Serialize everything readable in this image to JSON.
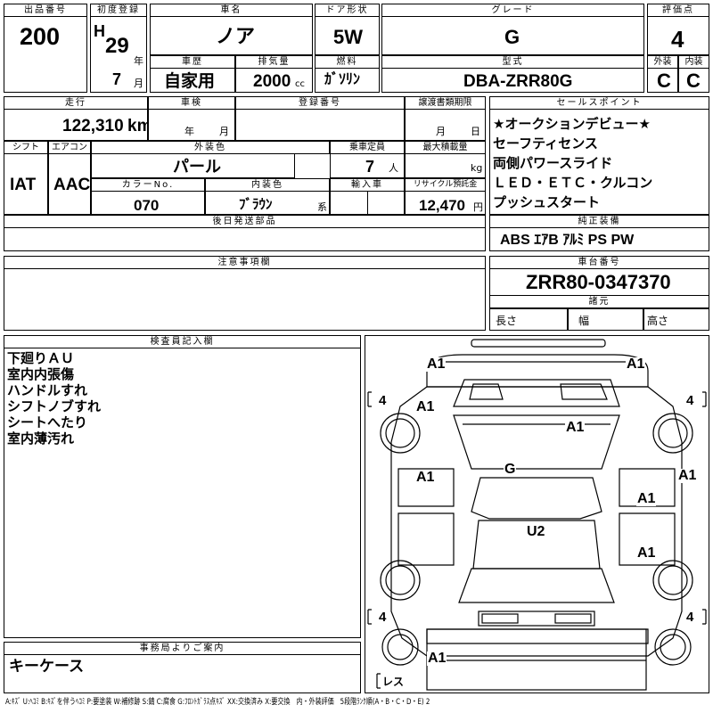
{
  "header": {
    "lot_label": "出品番号",
    "lot_value": "200",
    "reg_label": "初度登録",
    "era": "H",
    "year": "29",
    "year_unit": "年",
    "month": "7",
    "month_unit": "月",
    "name_label": "車名",
    "name_value": "ノア",
    "door_label": "ドア形状",
    "door_value": "5W",
    "grade_label": "グレード",
    "grade_value": "G",
    "score_label": "評価点",
    "score_value": "4",
    "history_label": "車歴",
    "history_value": "自家用",
    "disp_label": "排気量",
    "disp_value": "2000",
    "disp_unit": "cc",
    "fuel_label": "燃料",
    "fuel_value": "ｶﾞｿﾘﾝ",
    "model_label": "型式",
    "model_value": "DBA-ZRR80G",
    "ext_label": "外装",
    "ext_value": "C",
    "int_label": "内装",
    "int_value": "C"
  },
  "row2": {
    "mileage_label": "走行",
    "mileage_value": "122,310",
    "mileage_unit": "km",
    "inspection_label": "車検",
    "insp_year_unit": "年",
    "insp_month_unit": "月",
    "plate_label": "登録番号",
    "transfer_label": "譲渡書類期限",
    "transfer_month_unit": "月",
    "transfer_day_unit": "日",
    "shift_label": "シフト",
    "shift_value": "IAT",
    "ac_label": "エアコン",
    "ac_value": "AAC",
    "color_label": "外装色",
    "color_value": "パール",
    "capacity_label": "乗車定員",
    "capacity_value": "7",
    "capacity_unit": "人",
    "load_label": "最大積載量",
    "load_unit": "kg",
    "colorno_label": "カラーNo.",
    "colorno_value": "070",
    "interior_label": "内装色",
    "interior_value": "ﾌﾞﾗｳﾝ",
    "interior_unit": "系",
    "import_label": "輸入車",
    "recycle_label": "リサイクル預託金",
    "recycle_value": "12,470",
    "recycle_unit": "円",
    "later_label": "後日発送部品"
  },
  "sales": {
    "label": "セールスポイント",
    "items": [
      "★オークションデビュー★",
      "セーフティセンス",
      "両側パワースライド",
      "ＬＥＤ・ＥＴＣ・クルコン",
      "プッシュスタート"
    ]
  },
  "equipment": {
    "label": "純正装備",
    "value": "ABS ｴｱB ｱﾙﾐ PS PW"
  },
  "notes": {
    "label": "注意事項欄"
  },
  "chassis": {
    "label": "車台番号",
    "value": "ZRR80-0347370",
    "dims_label": "諸元",
    "length_label": "長さ",
    "width_label": "幅",
    "height_label": "高さ"
  },
  "inspector": {
    "label": "検査員記入欄",
    "items": [
      "下廻りＡＵ",
      "室内内張傷",
      "ハンドルすれ",
      "シフトノブすれ",
      "シートへたり",
      "室内薄汚れ"
    ]
  },
  "office": {
    "label": "事務局よりご案内",
    "value": "キーケース"
  },
  "diagram": {
    "marks": [
      "A1",
      "A1",
      "A1",
      "A1",
      "G",
      "A1",
      "A1",
      "A1",
      "U2",
      "A1",
      "A1"
    ],
    "tires": [
      "4",
      "4",
      "4",
      "4"
    ],
    "spare": "レス"
  },
  "legend": "A:ｷｽﾞ U:ﾍｺﾐ B:ｷｽﾞを伴うﾍｺﾐ P:要塗装 W:補修跡 S:錆 C:腐食 G:ﾌﾛﾝﾄｶﾞﾗｽ点ｷｽﾞ XX:交換済み X:要交換　内・外装評価　5段階ﾗﾝｸ順(A・B・C・D・E) 2"
}
